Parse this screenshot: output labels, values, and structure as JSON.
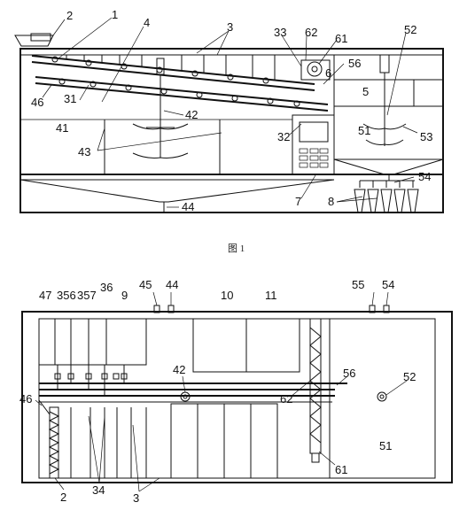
{
  "caption": "图 1",
  "top_view": {
    "labels": {
      "l2": "2",
      "l1": "1",
      "l4": "4",
      "l3": "3",
      "l33": "33",
      "l62": "62",
      "l61": "61",
      "l6": "6",
      "l56": "56",
      "l5": "5",
      "l52": "52",
      "l46": "46",
      "l31": "31",
      "l42": "42",
      "l41": "41",
      "l43": "43",
      "l32": "32",
      "l51": "51",
      "l53": "53",
      "l54": "54",
      "l44": "44",
      "l7": "7",
      "l8": "8"
    }
  },
  "bottom_view": {
    "labels": {
      "l45": "45",
      "l44": "44",
      "l55": "55",
      "l54": "54",
      "l47": "47",
      "l356": "356",
      "l357": "357",
      "l36": "36",
      "l9": "9",
      "l10": "10",
      "l11": "11",
      "l42": "42",
      "l56": "56",
      "l52": "52",
      "l62": "62",
      "l46": "46",
      "l51": "51",
      "l61": "61",
      "l2": "2",
      "l34": "34",
      "l3": "3"
    }
  }
}
